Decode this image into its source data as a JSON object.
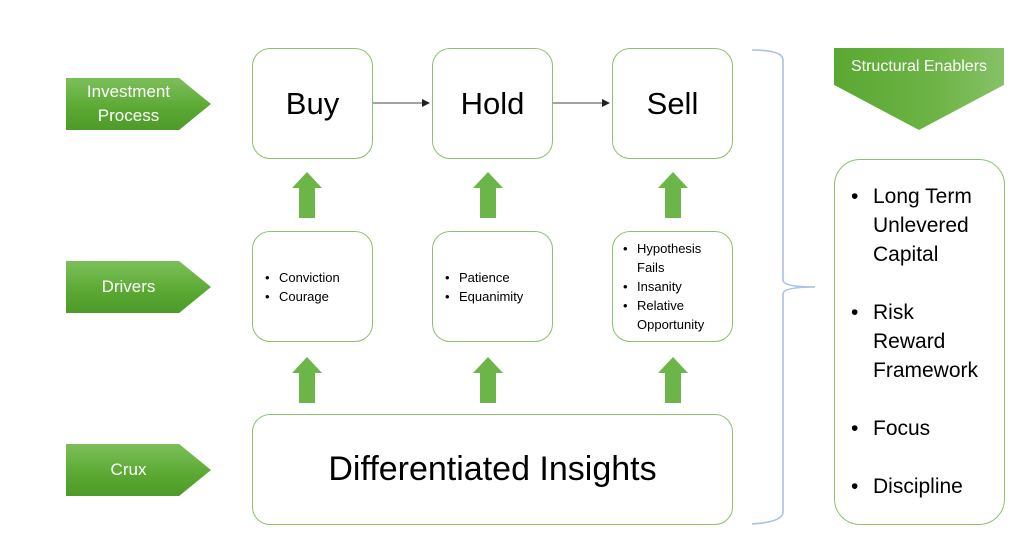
{
  "row_labels": {
    "investment_process": "Investment Process",
    "drivers": "Drivers",
    "crux": "Crux"
  },
  "process_steps": [
    "Buy",
    "Hold",
    "Sell"
  ],
  "drivers": {
    "buy": [
      "Conviction",
      "Courage"
    ],
    "hold": [
      "Patience",
      "Equanimity"
    ],
    "sell": [
      "Hypothesis Fails",
      "Insanity",
      "Relative Opportunity"
    ]
  },
  "crux_text": "Differentiated Insights",
  "structural_enablers": {
    "title": "Structural Enablers",
    "items": [
      "Long Term Unlevered Capital",
      "Risk Reward Framework",
      "Focus",
      "Discipline"
    ]
  },
  "colors": {
    "green_primary": "#5aa832",
    "box_border": "#8cc26a",
    "brace": "#a9c1e6"
  }
}
